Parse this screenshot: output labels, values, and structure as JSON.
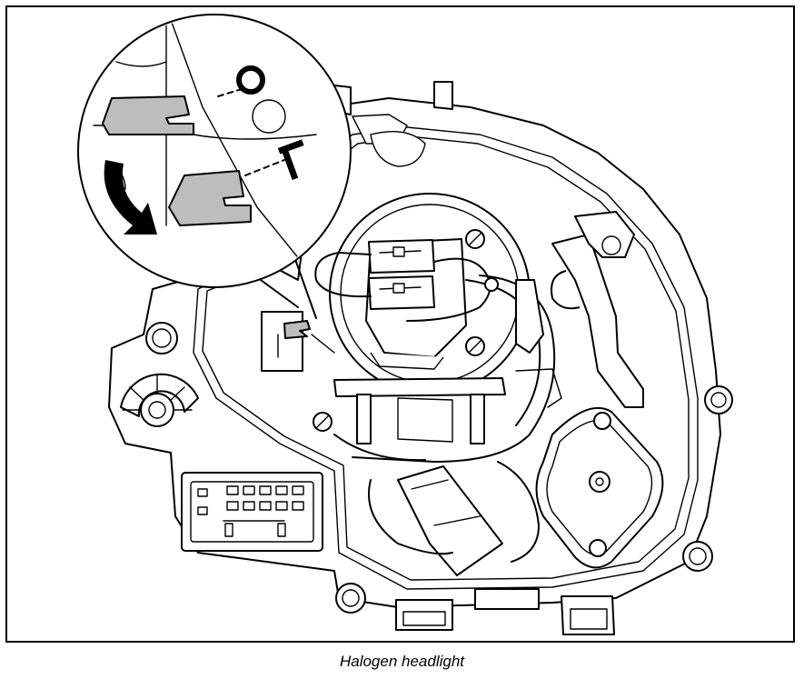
{
  "figure": {
    "caption": "Halogen headlight",
    "markers": {
      "open": "O",
      "lock": "T"
    },
    "colors": {
      "line": "#000000",
      "fill": "#ffffff",
      "highlight": "#bdbdbd"
    },
    "icons": [
      "rotate-arrow-icon",
      "clip-icon"
    ]
  }
}
